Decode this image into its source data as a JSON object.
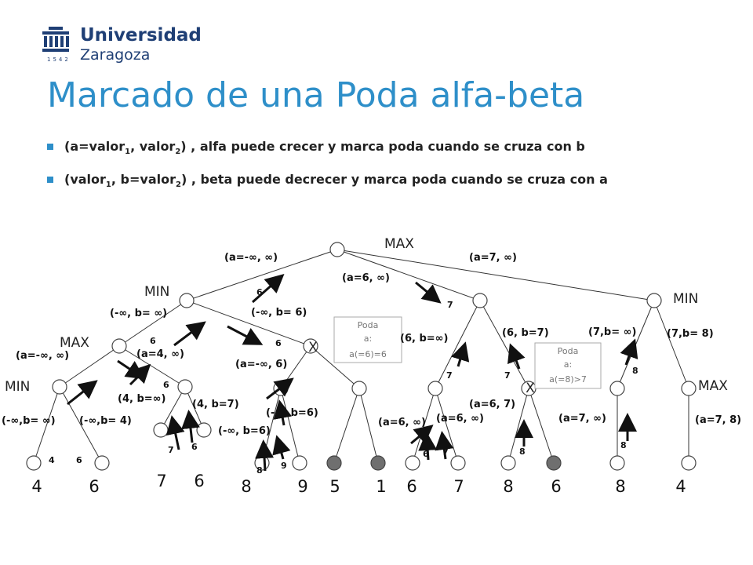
{
  "logo": {
    "line1": "Universidad",
    "line2": "Zaragoza",
    "year": "1542"
  },
  "title": "Marcado de una Poda alfa-beta",
  "bullets": [
    {
      "pre": "(a=valor",
      "sub1": "1",
      "mid": ", valor",
      "sub2": "2",
      "post": ") , alfa puede crecer y marca poda cuando se cruza con b"
    },
    {
      "pre": "(valor",
      "sub1": "1",
      "mid": ", b=valor",
      "sub2": "2",
      "post": ") , beta puede decrecer y marca poda cuando se cruza con a"
    }
  ],
  "levels": {
    "max_top": "MAX",
    "min_left": "MIN",
    "min_right": "MIN",
    "max_left": "MAX",
    "max_right": "MAX",
    "min_bottom": "MIN"
  },
  "labels": {
    "root_left": "(a=-∞, ∞)",
    "root_right": "(a=7, ∞)",
    "root_mid": "(a=6, ∞)",
    "min1_in": "(-∞, b= ∞)",
    "min1_out": "(-∞, b= 6)",
    "max1_in": "(a=-∞, ∞)",
    "max1_out": "(a=4, ∞)",
    "min_a_in": "(-∞,b= ∞)",
    "min_a_out": "(-∞,b= 4)",
    "min_b_in": "(4, b=∞)",
    "min_b_out": "(4, b=7)",
    "max2_in": "(a=-∞, 6)",
    "min_c_in": "(-∞, b=6)",
    "min_c_out": "(-∞, b=6)",
    "min2_in": "(6, b=∞)",
    "min2_out": "(6, b=7)",
    "max3_in": "(a=6, ∞)",
    "max3_out": "(a=6, ∞)",
    "max4_in": "(a=6, 7)",
    "min3_in": "(7,b= ∞)",
    "min3_out": "(7,b= 8)",
    "max5_in": "(a=7, ∞)",
    "max5_out": "(a=7, 8)"
  },
  "prune_boxes": [
    {
      "line1": "Poda",
      "line2": "a:",
      "line3": "a(=6)=6"
    },
    {
      "line1": "Poda",
      "line2": "a:",
      "line3": "a(=8)>7"
    }
  ],
  "prune_mark": "X",
  "small_values": {
    "s_root_in": "6",
    "s_root_out": "7",
    "s_min1": "6",
    "s_max1_in": "6",
    "s_max1_back": "6",
    "s_minb_in": "6",
    "s_max2_in": "6",
    "s_min_a_up": "4",
    "s_l1": "4",
    "s_l2": "6",
    "s_l3": "7",
    "s_l4": "6",
    "s_l5": "8",
    "s_l6": "9",
    "s_max3": "7",
    "s_max4": "7",
    "s_l9": "6",
    "s_l10": "7",
    "s_l11": "8",
    "s_max5": "8",
    "s_l13": "8"
  },
  "leaves": [
    "4",
    "6",
    "7",
    "6",
    "8",
    "9",
    "5",
    "1",
    "6",
    "7",
    "8",
    "6",
    "8",
    "4"
  ],
  "colors": {
    "title": "#2E8FC9",
    "bullet": "#2E8FC9",
    "logo_blue": "#1f3f75",
    "pruned_leaf": "#777777"
  }
}
